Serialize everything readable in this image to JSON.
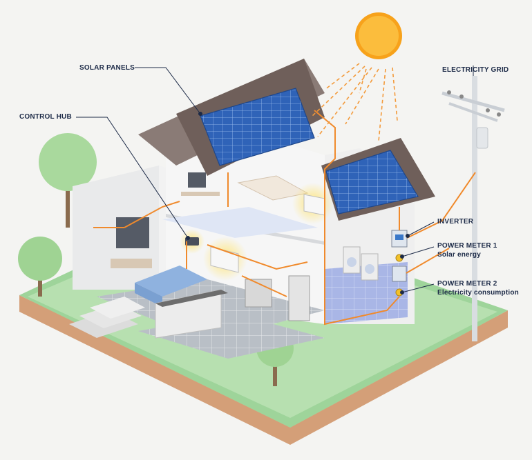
{
  "labels": {
    "solar_panels": "SOLAR PANELS",
    "control_hub": "CONTROL HUB",
    "electricity_grid": "ELECTRICITY GRID",
    "inverter": "INVERTER",
    "power_meter_1": "POWER METER 1",
    "power_meter_1_sub": "Solar energy",
    "power_meter_2": "POWER METER 2",
    "power_meter_2_sub": "Electricity consumption"
  },
  "colors": {
    "wire": "#f08a2c",
    "label_text": "#1c2a47",
    "panel": "#2f63b8",
    "roof": "#6f5f5a",
    "grass": "#9ed49a",
    "soil": "#e2b58f",
    "sun": "#f7a21b"
  },
  "icons": [
    "sun-icon",
    "solar-panel-icon",
    "inverter-icon",
    "meter-icon",
    "tree-icon",
    "utility-pole-icon"
  ]
}
